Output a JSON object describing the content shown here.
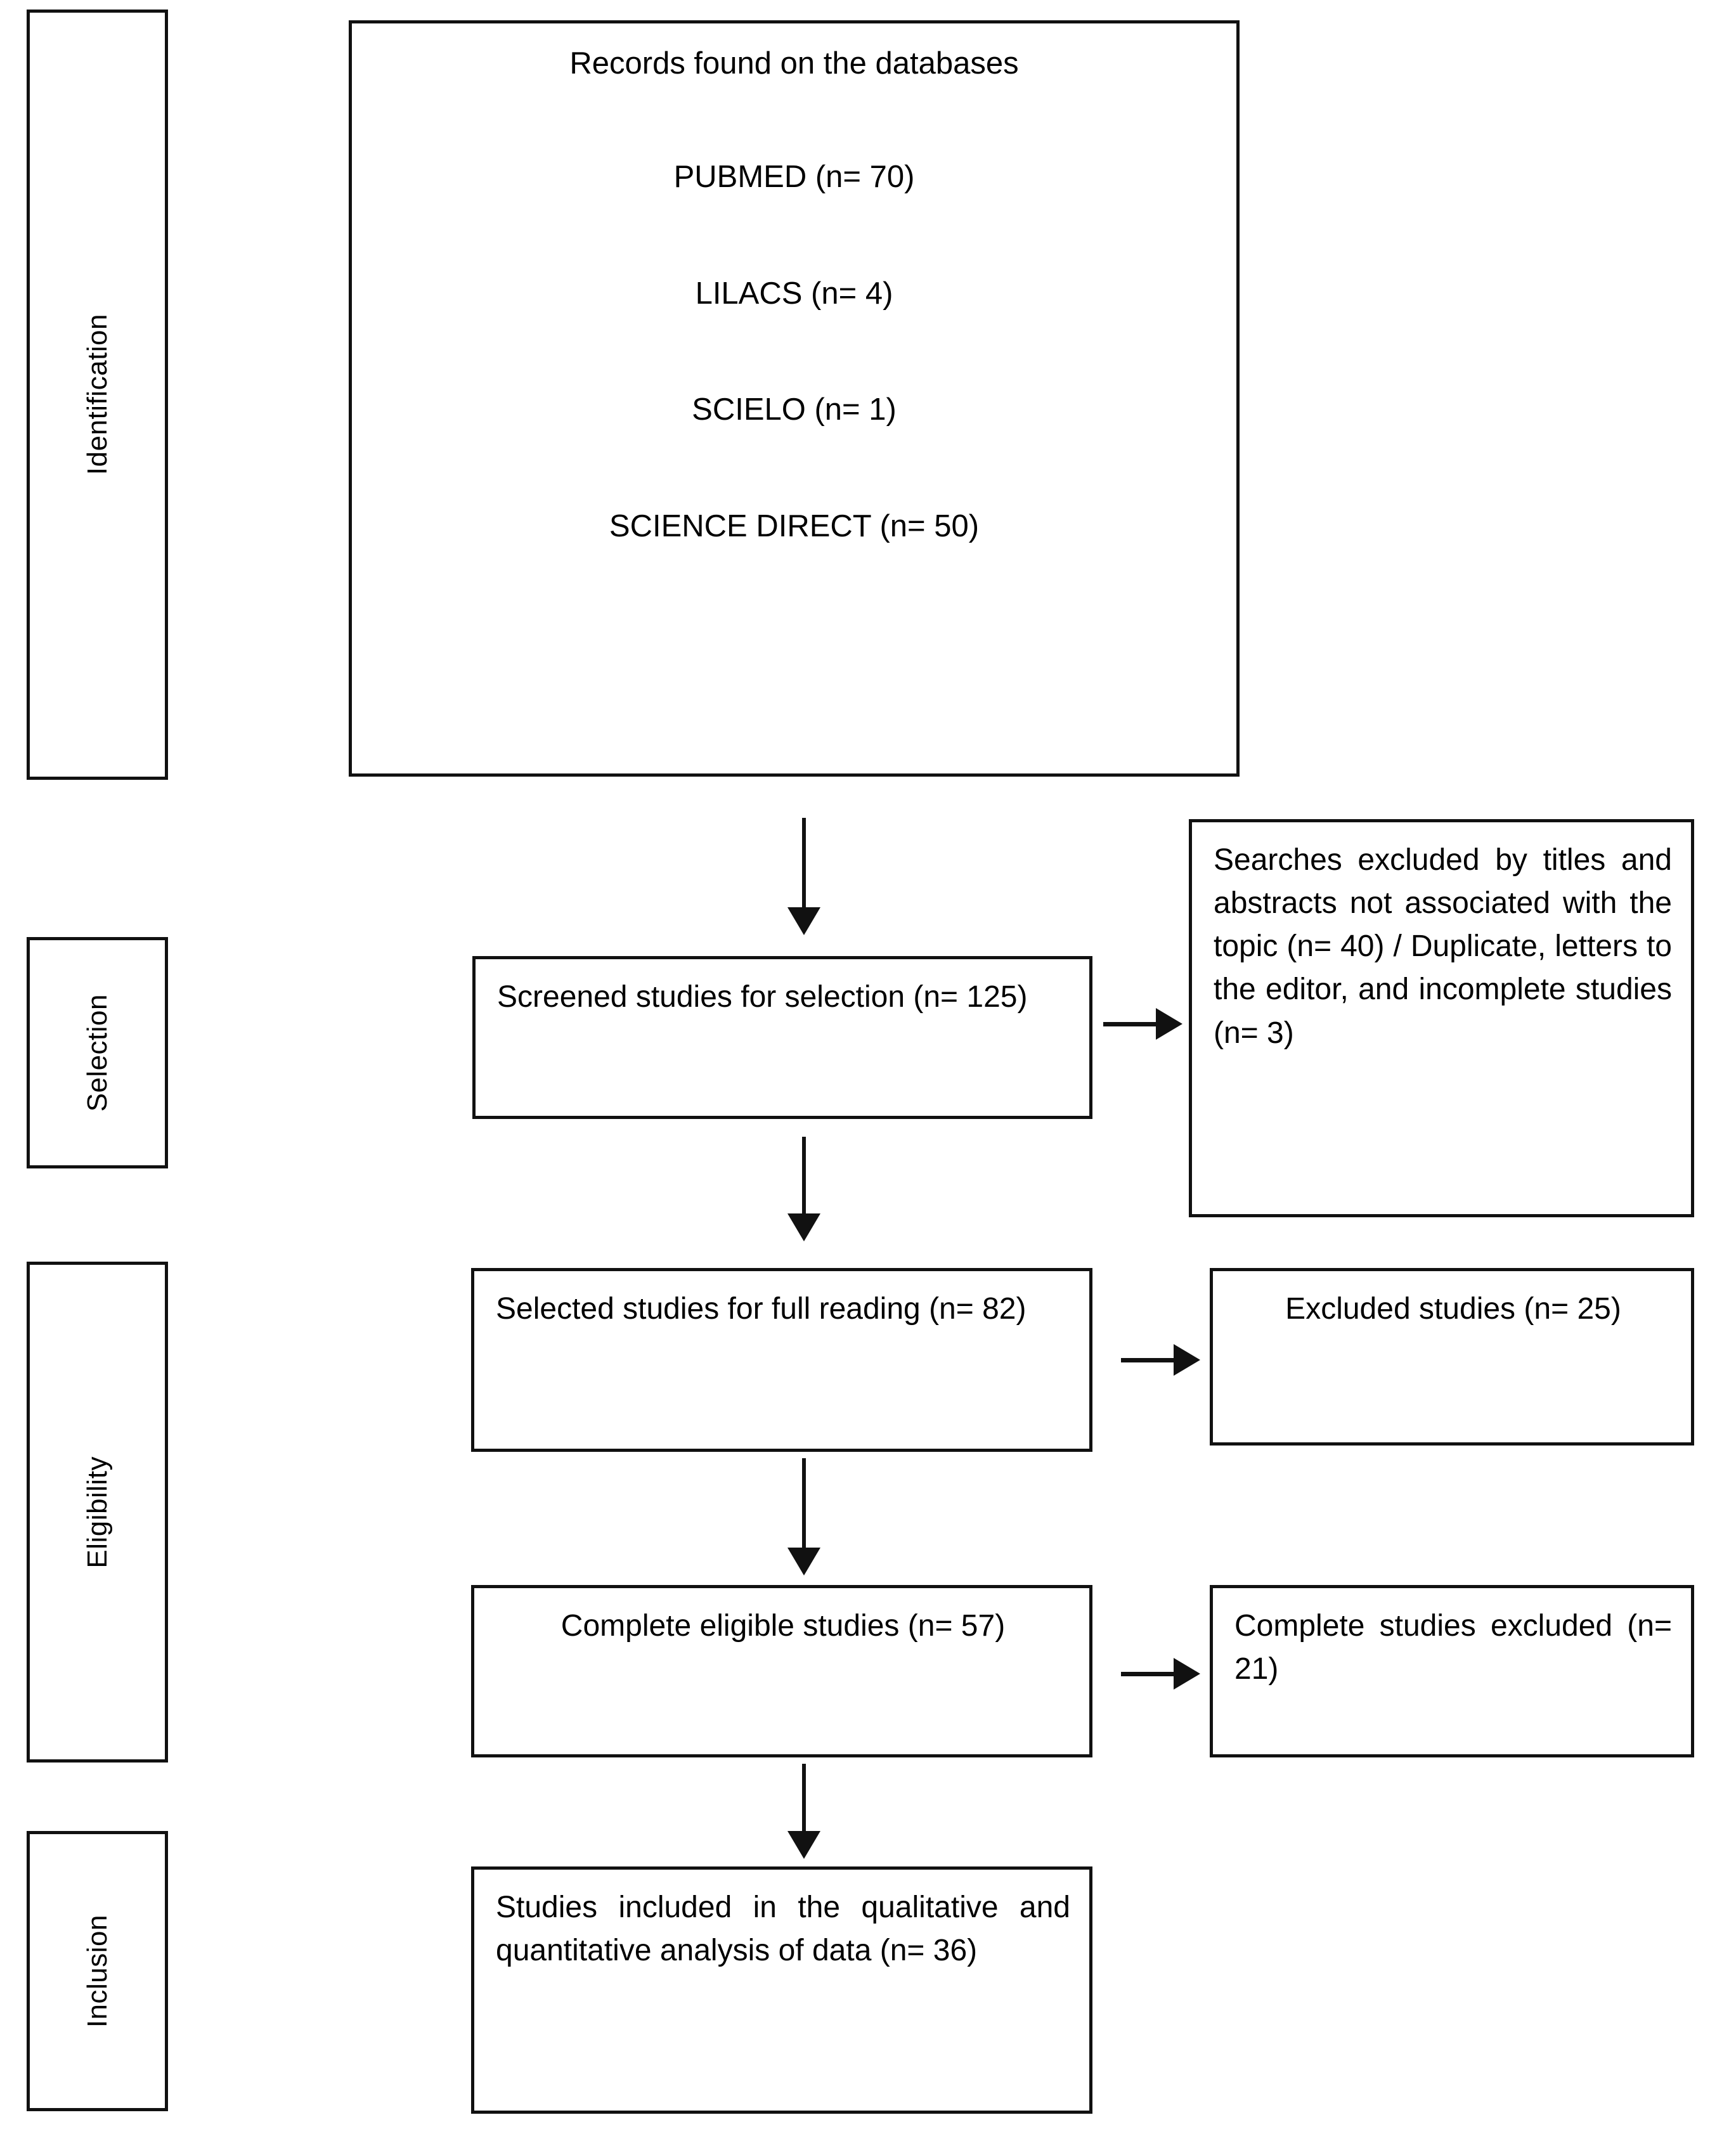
{
  "diagram": {
    "type": "prisma-flow-diagram",
    "stages": [
      {
        "id": "identification",
        "label": "Identification"
      },
      {
        "id": "selection",
        "label": "Selection"
      },
      {
        "id": "eligibility",
        "label": "Eligibility"
      },
      {
        "id": "inclusion",
        "label": "Inclusion"
      }
    ],
    "nodes": {
      "records_found": {
        "title": "Records found on the databases",
        "sources": [
          "PUBMED (n= 70)",
          "LILACS  (n= 4)",
          "SCIELO (n= 1)",
          "SCIENCE DIRECT (n= 50)"
        ]
      },
      "screened": {
        "text": "Screened studies for selection (n= 125)"
      },
      "searches_excluded": {
        "text": "Searches excluded by titles and abstracts not associated with the topic (n= 40) / Duplicate, letters to the editor, and incomplete studies (n= 3)"
      },
      "selected_full_reading": {
        "text": "Selected studies for full reading (n= 82)"
      },
      "excluded_studies": {
        "text": "Excluded studies (n= 25)"
      },
      "complete_eligible": {
        "text": "Complete eligible studies (n= 57)"
      },
      "complete_excluded": {
        "text": "Complete studies excluded (n= 21)"
      },
      "included_final": {
        "text": "Studies included in the qualitative and quantitative analysis of data (n= 36)"
      }
    },
    "counts": {
      "pubmed": 70,
      "lilacs": 4,
      "scielo": 1,
      "science_direct": 50,
      "screened": 125,
      "excluded_title_abstract": 40,
      "excluded_duplicate_letters_incomplete": 3,
      "selected_full_reading": 82,
      "excluded_studies": 25,
      "complete_eligible": 57,
      "complete_excluded": 21,
      "included_final": 36
    },
    "colors": {
      "stroke": "#111111",
      "background": "#ffffff",
      "text": "#000000"
    }
  }
}
